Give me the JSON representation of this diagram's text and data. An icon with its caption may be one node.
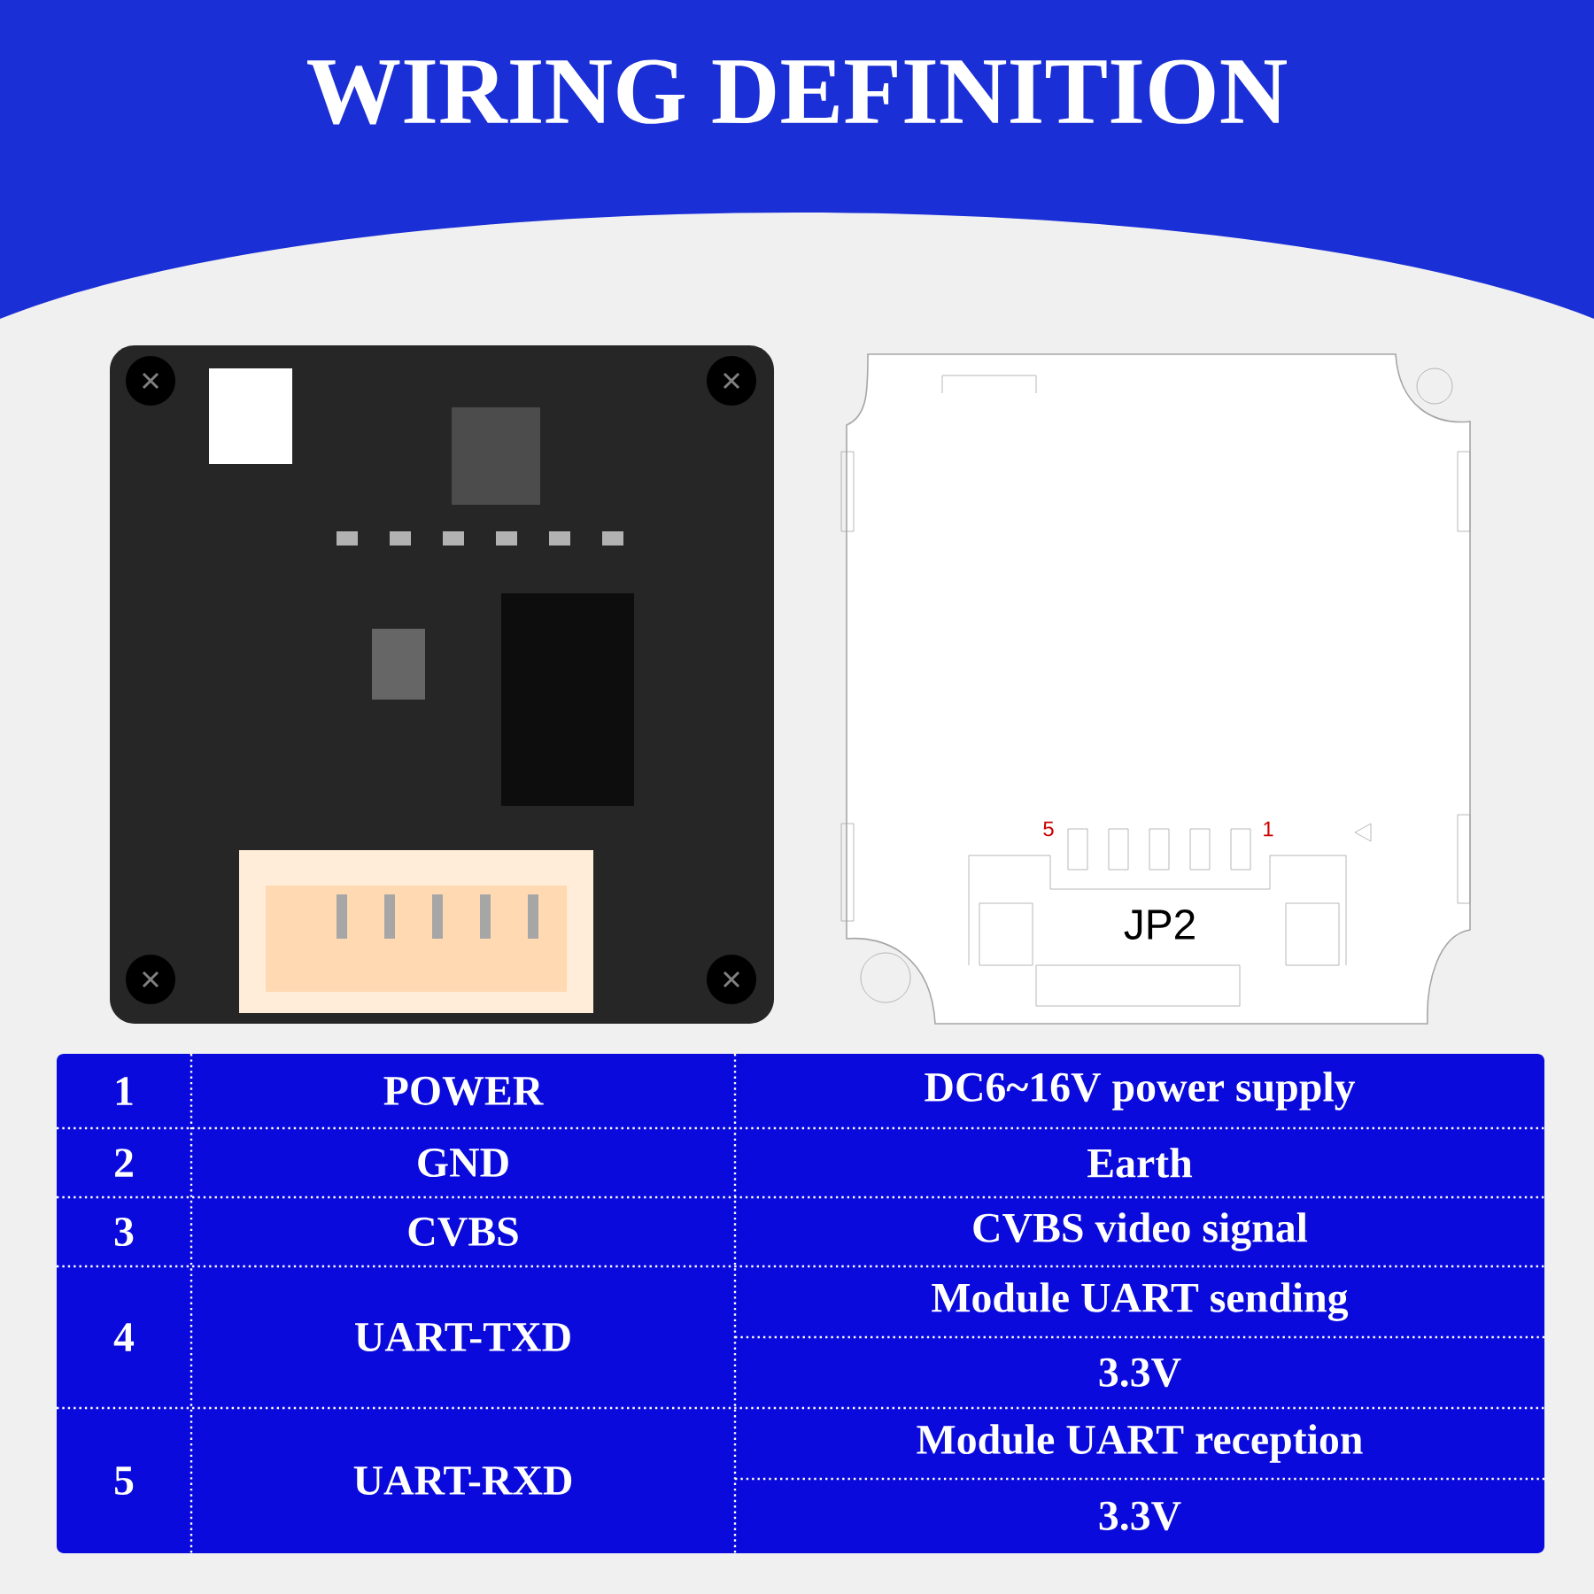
{
  "diagram": {
    "title": "WIRING DEFINITION",
    "labels": [
      "5",
      "1",
      "JP2",
      "1",
      "POWER",
      "DC6~16V power supply",
      "2",
      "GND",
      "Earth",
      "3",
      "CVBS",
      "CVBS video signal",
      "4",
      "UART-TXD",
      "Module UART sending",
      "3.3V",
      "5",
      "UART-RXD",
      "Module UART reception",
      "3.3V"
    ]
  }
}
